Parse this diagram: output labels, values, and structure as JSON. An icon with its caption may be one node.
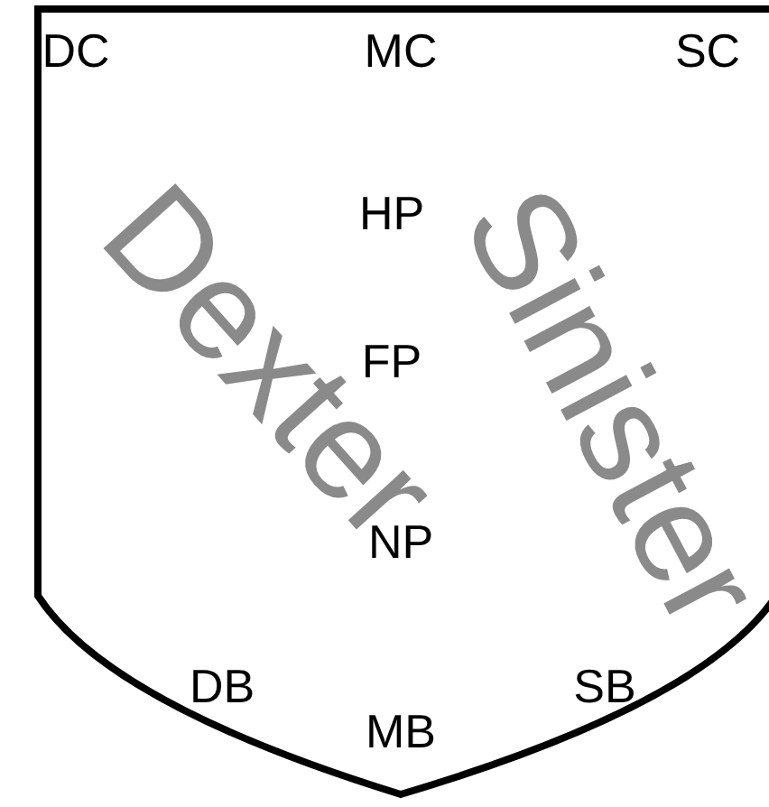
{
  "diagram": {
    "labels": [
      "DC",
      "MC",
      "SC",
      "HP",
      "FP",
      "NP",
      "DB",
      "MB",
      "SB",
      "Dexter",
      "Sinister"
    ]
  }
}
